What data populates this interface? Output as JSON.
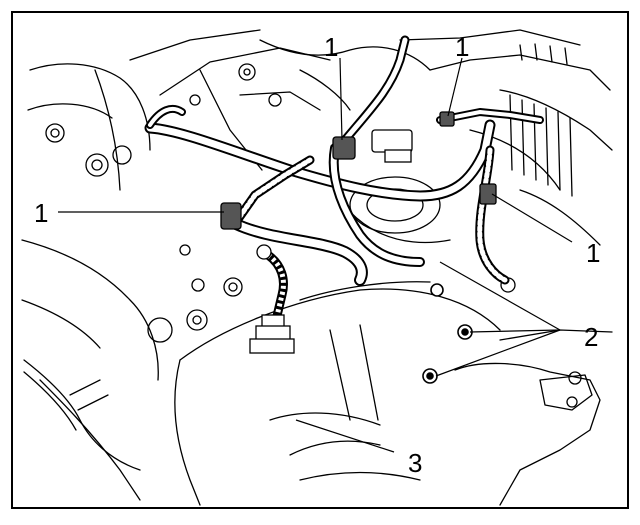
{
  "callouts": {
    "c1_top_left": "1",
    "c1_top_right": "1",
    "c1_left": "1",
    "c1_right": "1",
    "c2": "2",
    "c3": "3"
  },
  "colors": {
    "line": "#000000",
    "clip_fill": "#555555",
    "background": "#ffffff"
  }
}
